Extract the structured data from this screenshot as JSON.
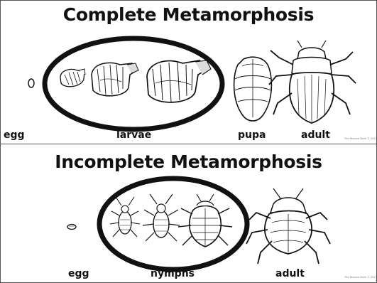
{
  "complete": {
    "title": "Complete Metamorphosis",
    "labels": {
      "egg": "egg",
      "larvae": "larvae",
      "pupa": "pupa",
      "adult": "adult"
    },
    "credit": "The Pensive Sloth © 2013"
  },
  "incomplete": {
    "title": "Incomplete Metamorphosis",
    "labels": {
      "egg": "egg",
      "nymphs": "nymphs",
      "adult": "adult"
    },
    "credit": "The Pensive Sloth © 2013"
  }
}
